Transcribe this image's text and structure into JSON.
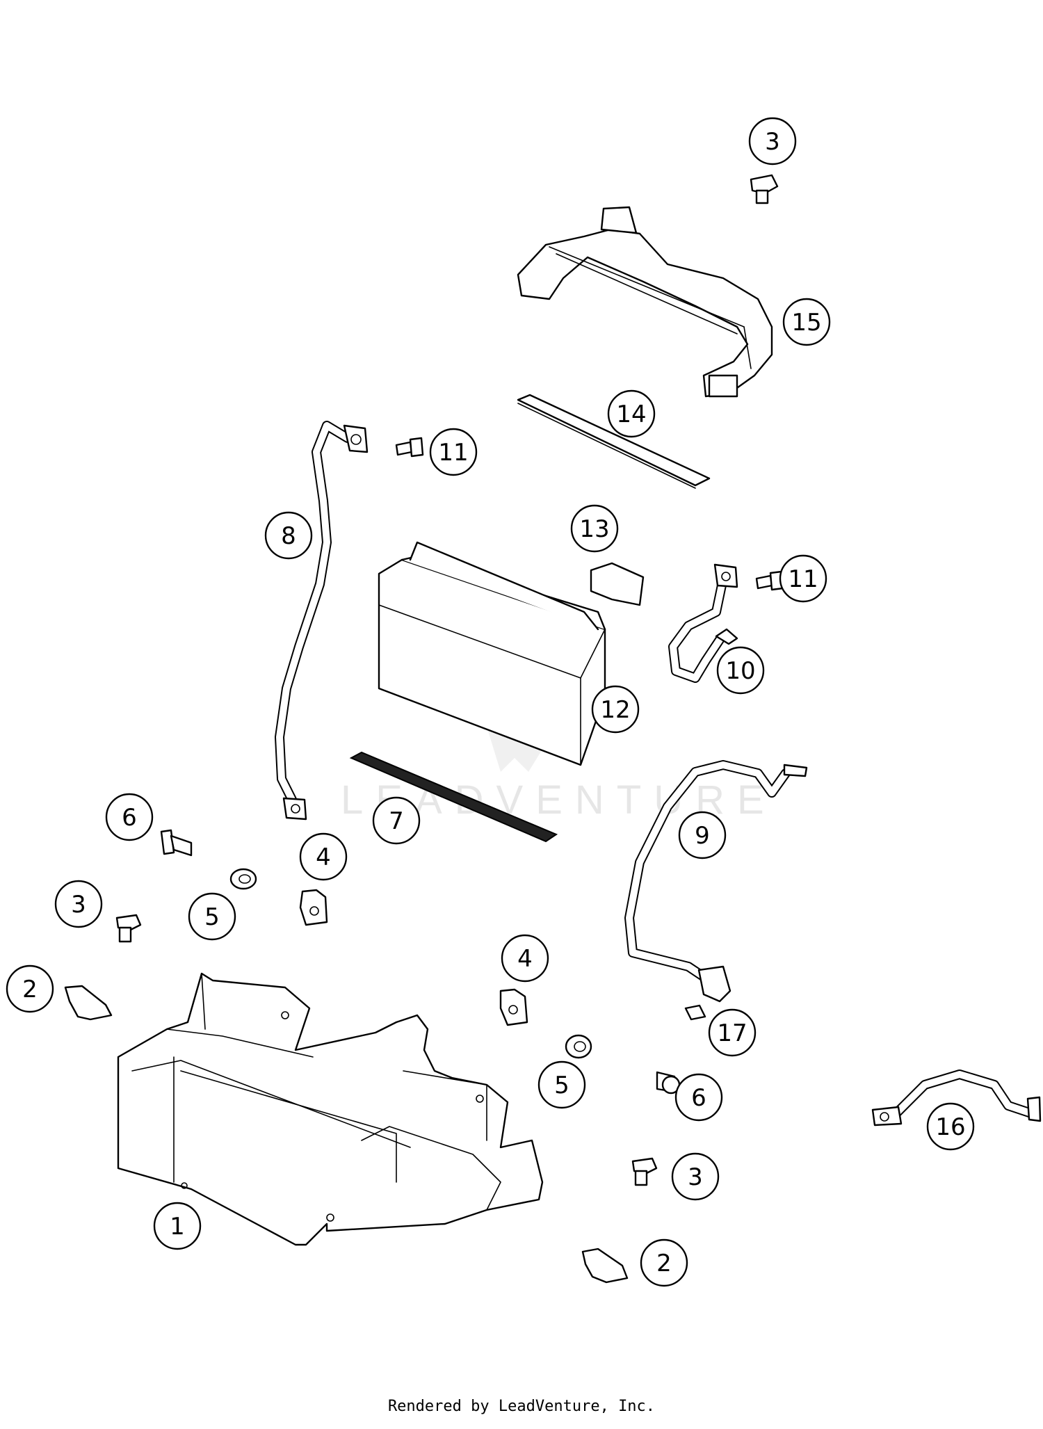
{
  "diagram": {
    "watermark": "LEADVENTURE",
    "footer": "Rendered by LeadVenture, Inc.",
    "callouts": [
      "3",
      "15",
      "14",
      "11",
      "8",
      "13",
      "11",
      "10",
      "12",
      "7",
      "9",
      "6",
      "4",
      "3",
      "5",
      "2",
      "4",
      "5",
      "17",
      "6",
      "16",
      "3",
      "1",
      "2"
    ]
  }
}
